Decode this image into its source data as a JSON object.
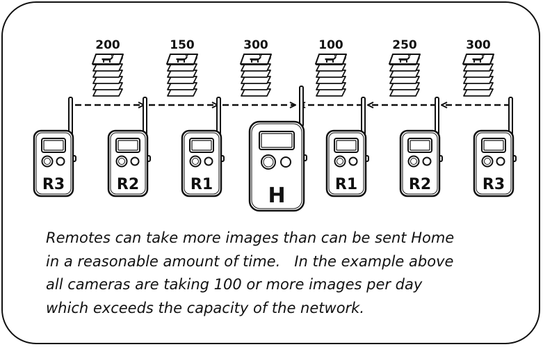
{
  "cameras": [
    {
      "label": "R3",
      "images": "200",
      "type": "remote"
    },
    {
      "label": "R2",
      "images": "150",
      "type": "remote"
    },
    {
      "label": "R1",
      "images": "300",
      "type": "remote"
    },
    {
      "label": "H",
      "images": "",
      "type": "home"
    },
    {
      "label": "R1",
      "images": "100",
      "type": "remote"
    },
    {
      "label": "R2",
      "images": "250",
      "type": "remote"
    },
    {
      "label": "R3",
      "images": "300",
      "type": "remote"
    }
  ],
  "stack_counts": [
    "200",
    "150",
    "300",
    "100",
    "250",
    "300"
  ],
  "caption": {
    "line1": "Remotes can take more images than can be sent Home",
    "line2": "in a reasonable amount of time.   In the example above",
    "line3": "all cameras are taking 100 or more images per day",
    "line4": "which exceeds the capacity of the network."
  },
  "icons": {
    "photo_stack": "photo-stack-deer-icon",
    "arrow": "dashed-arrow-icon",
    "camera": "trail-camera-icon"
  }
}
